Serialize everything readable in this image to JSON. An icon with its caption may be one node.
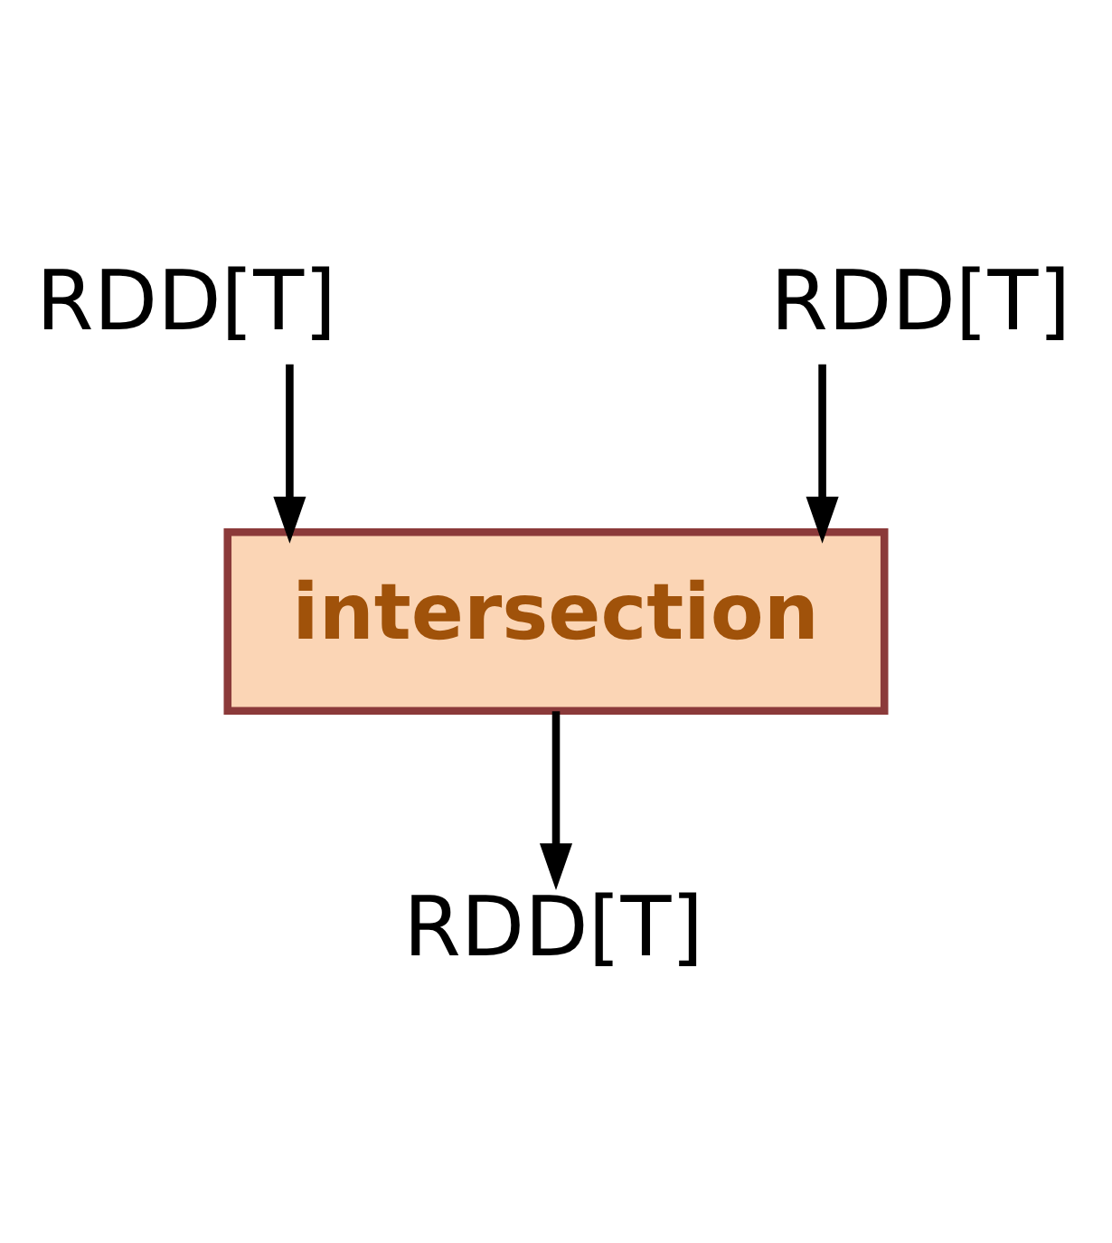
{
  "diagram": {
    "nodes": [
      {
        "text": [
          "RDD[T]"
        ]
      },
      {
        "text": [
          "RDD[T]"
        ]
      },
      {
        "text": [
          "intersection"
        ]
      },
      {
        "text": [
          "RDD[T]"
        ]
      }
    ],
    "edges": [
      {
        "from": 0,
        "to": 2,
        "arrow": "to"
      },
      {
        "from": 1,
        "to": 2,
        "arrow": "to"
      },
      {
        "from": 2,
        "to": 3,
        "arrow": "to"
      }
    ]
  }
}
